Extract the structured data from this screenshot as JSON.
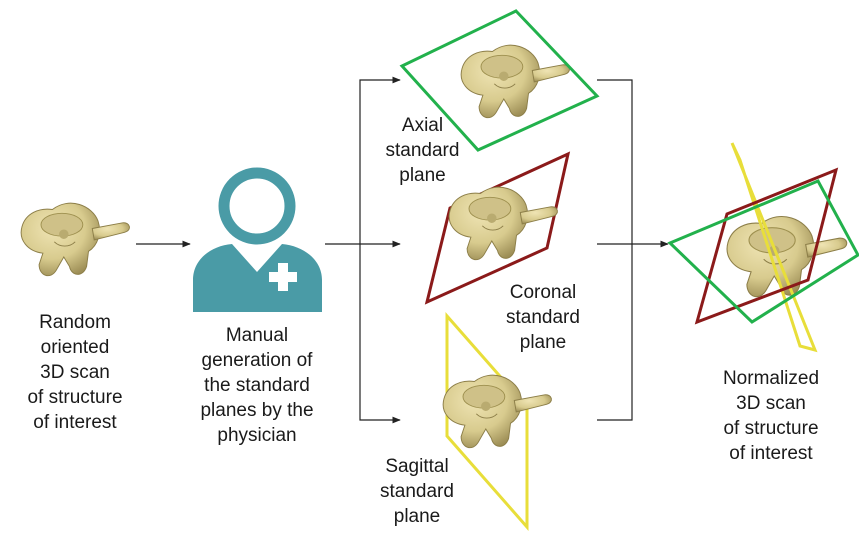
{
  "input": {
    "label_lines": [
      "Random",
      "oriented",
      "3D scan",
      "of structure",
      "of interest"
    ]
  },
  "physician": {
    "icon": "physician-icon",
    "icon_color": "#4a9ba6",
    "label_lines": [
      "Manual",
      "generation of",
      "the standard",
      "planes by the",
      "physician"
    ]
  },
  "planes": {
    "axial": {
      "label_lines": [
        "Axial",
        "standard",
        "plane"
      ],
      "color": "#22b14c"
    },
    "coronal": {
      "label_lines": [
        "Coronal",
        "standard",
        "plane"
      ],
      "color": "#8b1a1a"
    },
    "sagittal": {
      "label_lines": [
        "Sagittal",
        "standard",
        "plane"
      ],
      "color": "#e8de3a"
    }
  },
  "output": {
    "label_lines": [
      "Normalized",
      "3D scan",
      "of structure",
      "of interest"
    ]
  },
  "bone_color": "#d8cb8e"
}
